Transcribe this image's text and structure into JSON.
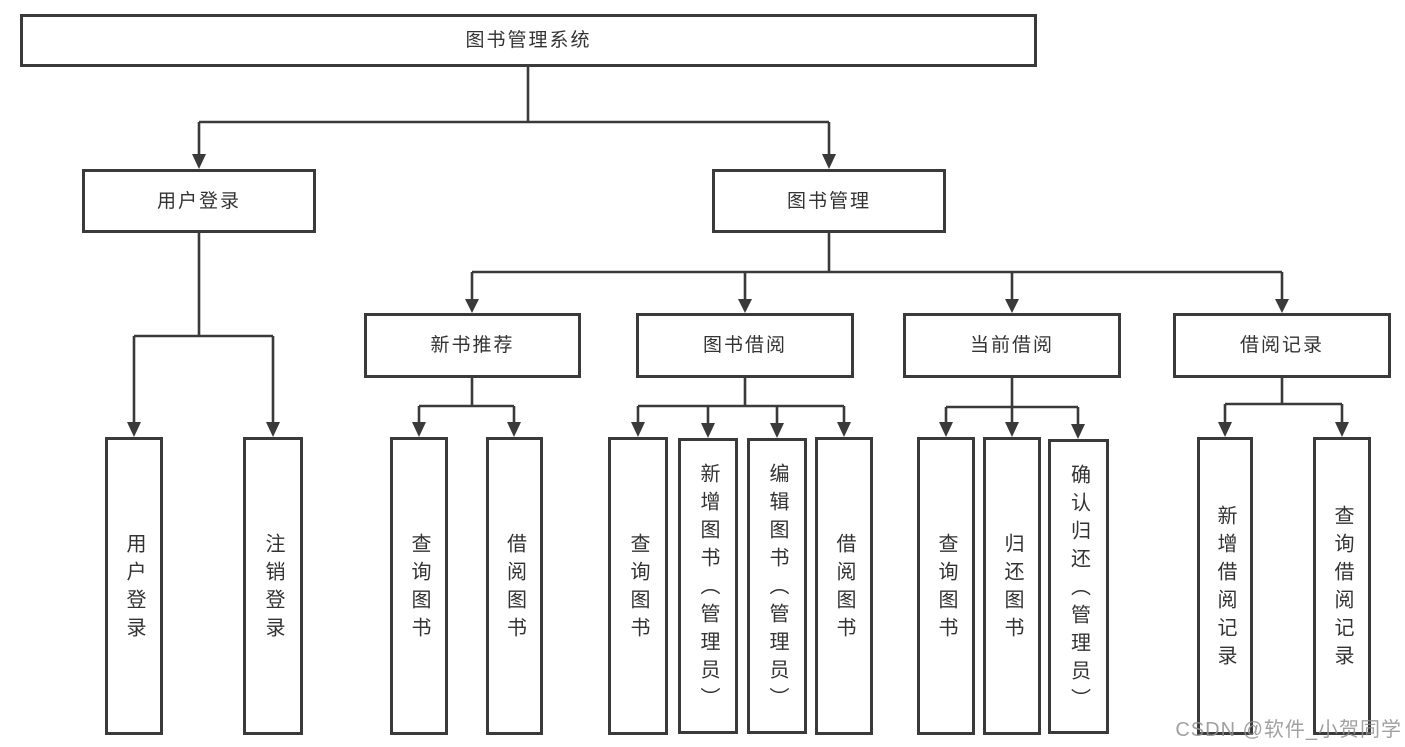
{
  "colors": {
    "line": "#3a3a3a",
    "box_border": "#3a3a3a",
    "text": "#333333",
    "background": "#ffffff",
    "watermark": "#919191"
  },
  "watermark": {
    "text": "CSDN @软件_小贺同学"
  },
  "tree": {
    "root": "图书管理系统",
    "children": [
      {
        "label": "用户登录",
        "children": [
          "用户登录",
          "注销登录"
        ]
      },
      {
        "label": "图书管理",
        "children": [
          {
            "label": "新书推荐",
            "children": [
              "查询图书",
              "借阅图书"
            ]
          },
          {
            "label": "图书借阅",
            "children": [
              "查询图书",
              "新增图书（管理员）",
              "编辑图书（管理员）",
              "借阅图书"
            ]
          },
          {
            "label": "当前借阅",
            "children": [
              "查询图书",
              "归还图书",
              "确认归还（管理员）"
            ]
          },
          {
            "label": "借阅记录",
            "children": [
              "新增借阅记录",
              "查询借阅记录"
            ]
          }
        ]
      }
    ]
  }
}
